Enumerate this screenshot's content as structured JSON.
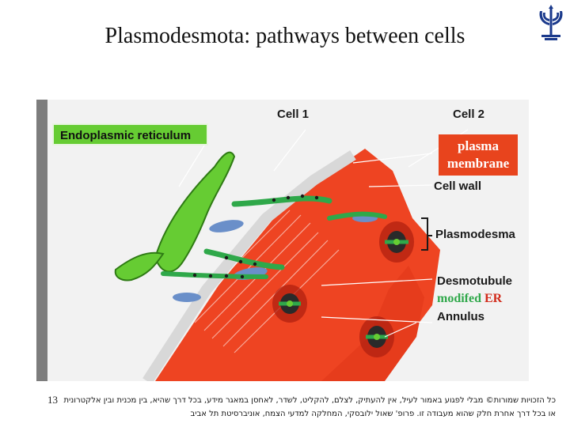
{
  "slide": {
    "title": "Plasmodesmota: pathways between cells",
    "page_number": "13"
  },
  "figure": {
    "labels": {
      "endoplasmic_reticulum": "Endoplasmic reticulum",
      "cell1": "Cell 1",
      "cell2": "Cell 2",
      "plasma_line1": "plasma",
      "plasma_line2": "membrane",
      "cell_wall": "Cell wall",
      "plasmodesma": "Plasmodesma",
      "desmotubule": "Desmotubule",
      "modified_word1": "modifed",
      "modified_word2": "ER",
      "annulus": "Annulus"
    },
    "colors": {
      "cell_wall": "#ee4422",
      "er_green": "#66cc33",
      "membrane_blue": "#6a8fc9",
      "modified_green": "#2fa84a",
      "modified_er_red": "#d12a1a"
    }
  },
  "footer": {
    "credit_line1": "כל הזכויות שמורות© מבלי לפגוע באמור לעיל, אין להעתיק, לצלם, להקליט, לשדר, לאחסן במאגר מידע, בכל דרך שהיא, בין מכנית ובין אלקטרונית",
    "credit_line2": "או בכל דרך אחרת חלק שהוא מעבודה זו. פרופ' שאול ילובסקי, המחלקה למדעי הצמח, אוניברסיטת תל אביב"
  }
}
